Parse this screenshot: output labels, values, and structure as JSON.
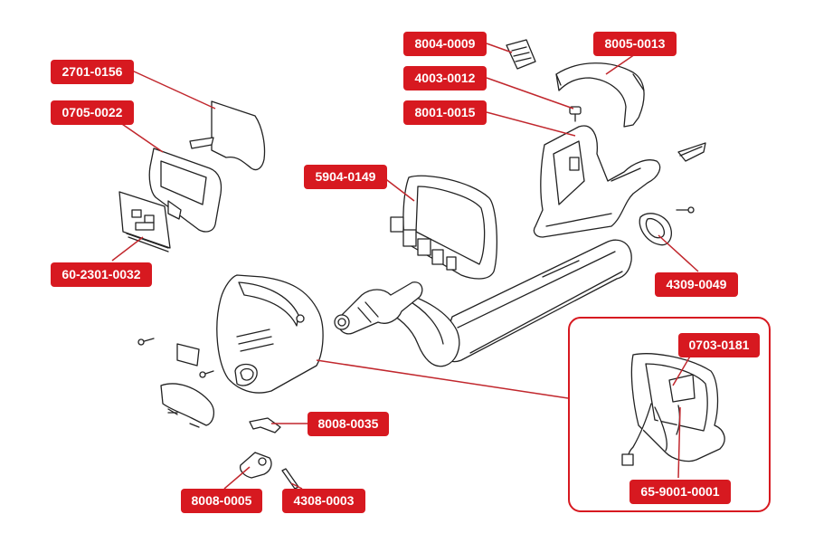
{
  "part_labels": [
    {
      "id": "2701-0156"
    },
    {
      "id": "0705-0022"
    },
    {
      "id": "60-2301-0032"
    },
    {
      "id": "5904-0149"
    },
    {
      "id": "8004-0009"
    },
    {
      "id": "4003-0012"
    },
    {
      "id": "8001-0015"
    },
    {
      "id": "8005-0013"
    },
    {
      "id": "4309-0049"
    },
    {
      "id": "0703-0181"
    },
    {
      "id": "65-9001-0001"
    },
    {
      "id": "8008-0035"
    },
    {
      "id": "8008-0005"
    },
    {
      "id": "4308-0003"
    }
  ],
  "colors": {
    "label_bg": "#d71920",
    "label_text": "#ffffff",
    "line": "#222222",
    "leader": "#c1272d"
  }
}
